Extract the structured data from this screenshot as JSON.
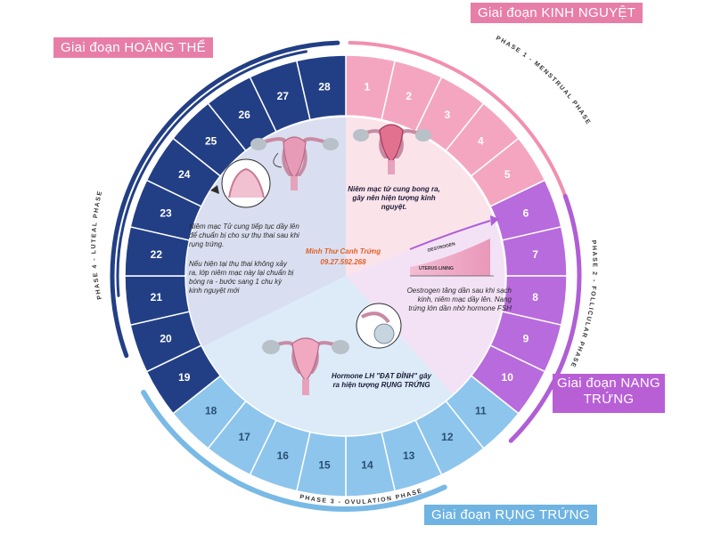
{
  "phases": {
    "menstrual": {
      "title": "Giai đoạn KINH NGUYỆT",
      "arc_label": "PHASE 1 - MENSTRUAL PHASE",
      "days": [
        "1",
        "2",
        "3",
        "4",
        "5"
      ],
      "color": "#f28fae",
      "description": "Niêm mạc tử cung bong ra, gây nên hiện tượng kinh nguyệt."
    },
    "follicular": {
      "title": "Giai đoạn NANG TRỨNG",
      "arc_label": "PHASE 2 - FOLLICULAR PHASE",
      "days": [
        "6",
        "7",
        "8",
        "9",
        "10"
      ],
      "color": "#b05ed6",
      "description": "Oestrogen tăng dần sau khi sạch kinh, niêm mạc dầy lên. Nang trứng lớn dần nhờ hormone FSH"
    },
    "ovulation": {
      "title": "Giai đoạn RỤNG TRỨNG",
      "arc_label": "PHASE 3 - OVULATION PHASE",
      "days": [
        "11",
        "12",
        "13",
        "14",
        "15",
        "16",
        "17",
        "18"
      ],
      "color": "#79b9e6",
      "description": "Hormone LH \"ĐẠT ĐỈNH\" gây ra hiện tượng RỤNG TRỨNG"
    },
    "luteal": {
      "title": "Giai đoạn HOÀNG THỂ",
      "arc_label": "PHASE 4 - LUTEAL PHASE",
      "days": [
        "19",
        "20",
        "21",
        "22",
        "23",
        "24",
        "25",
        "26",
        "27",
        "28"
      ],
      "color": "#223f86",
      "description_1": "Niêm mạc Tử cung tiếp tục dầy lên để chuẩn bị cho sự thụ thai sau khi rụng trứng.",
      "description_2": "Nếu hiện tại thụ thai không xảy ra, lớp niêm mạc này lại chuẩn bị bóng ra - bước sang 1 chu kỳ kinh nguyệt mới"
    }
  },
  "graph_labels": {
    "estrogen": "OESTROGEN",
    "uterus": "UTERUS LINING"
  },
  "watermark": {
    "name": "Minh Thư Canh Trứng",
    "phone": "09.27.592.268"
  }
}
